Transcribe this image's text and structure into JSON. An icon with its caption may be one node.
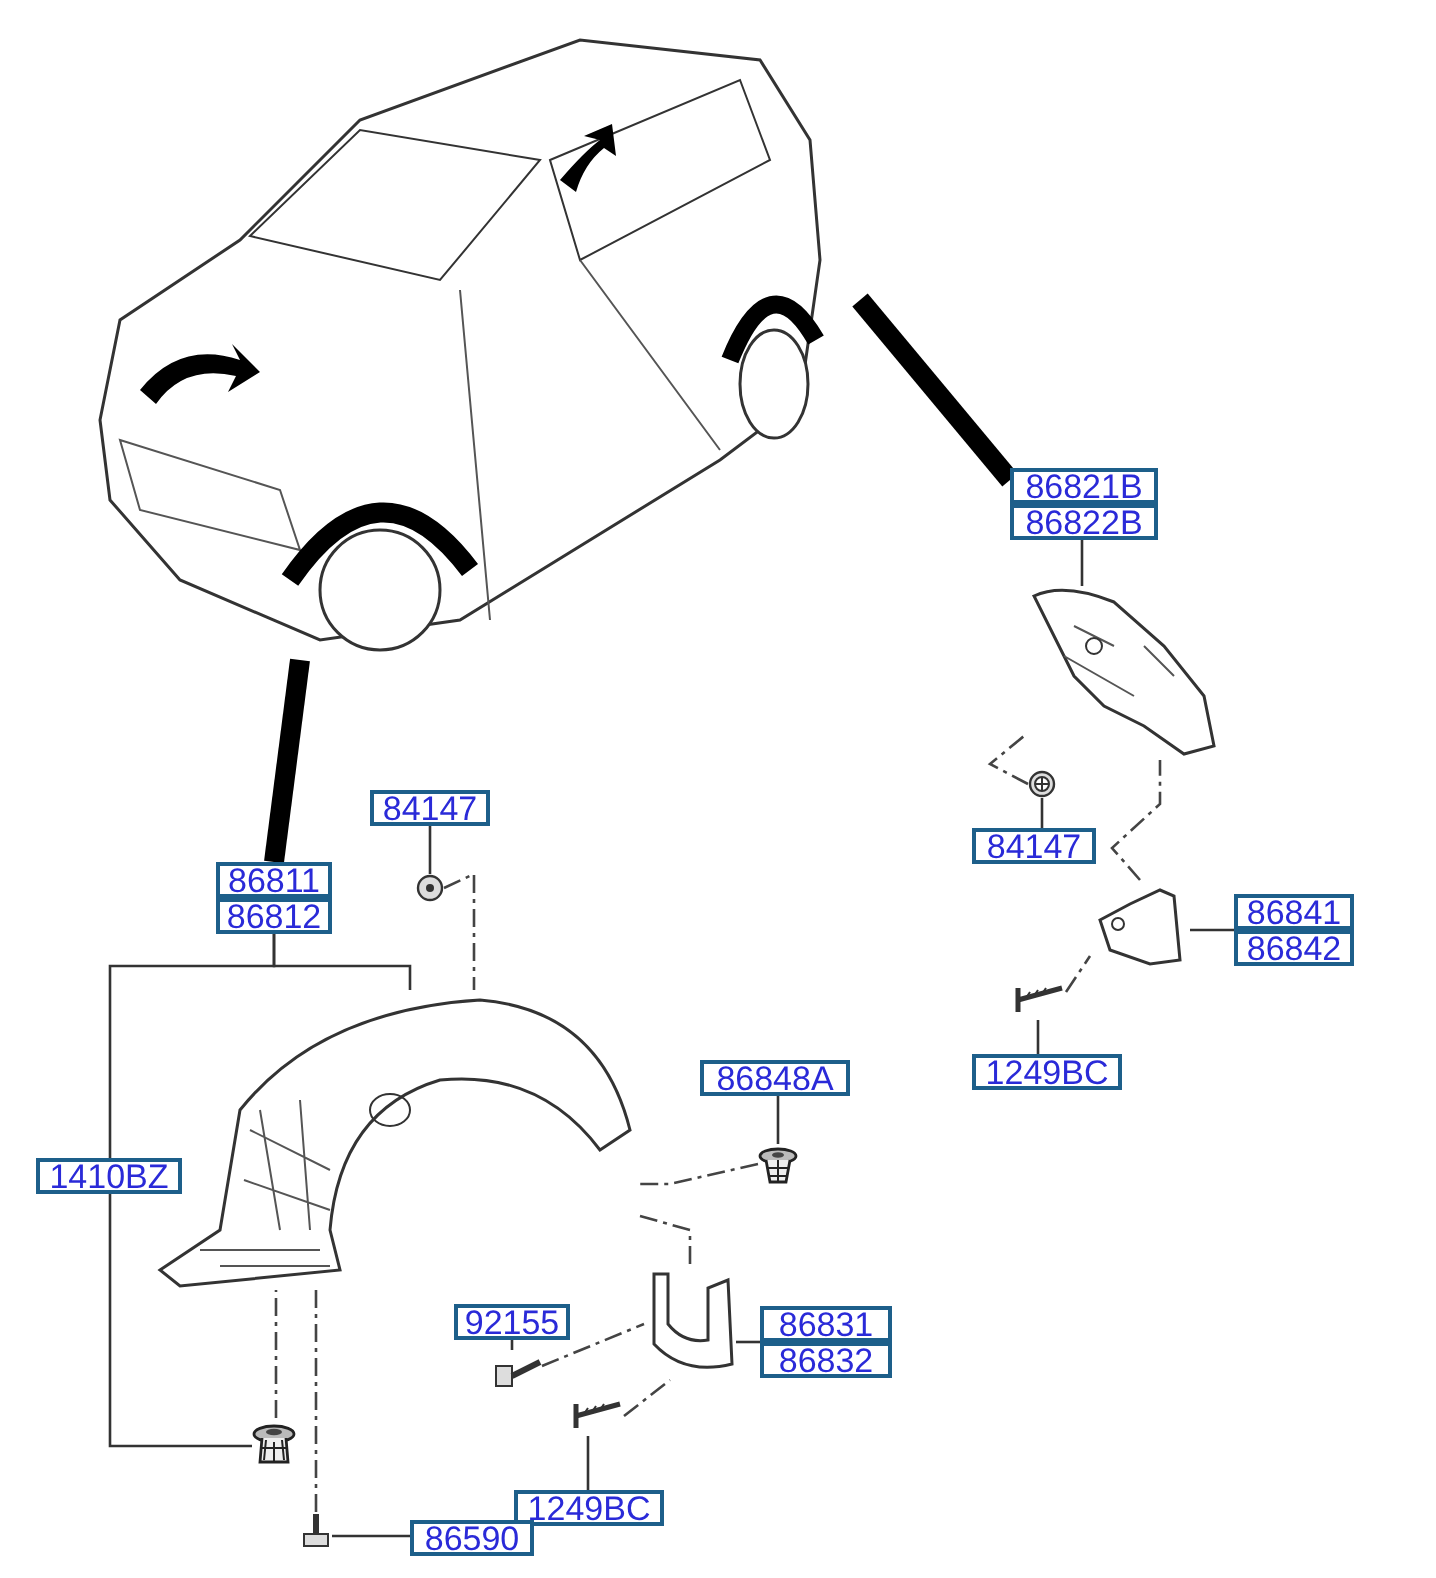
{
  "diagram": {
    "nodes": [
      {
        "text": [
          "86821B",
          "86822B"
        ]
      },
      {
        "text": [],
        "shape": "picture"
      },
      {
        "text": [
          "84147"
        ]
      },
      {
        "text": [],
        "shape": "picture"
      },
      {
        "text": [
          "86841",
          "86842"
        ]
      },
      {
        "text": [],
        "shape": "picture"
      },
      {
        "text": [
          "1249BC"
        ]
      },
      {
        "text": [],
        "shape": "picture"
      },
      {
        "text": [
          "84147"
        ]
      },
      {
        "text": [],
        "shape": "picture"
      },
      {
        "text": [
          "86811",
          "86812"
        ]
      },
      {
        "text": [],
        "shape": "picture"
      },
      {
        "text": [
          "1410BZ"
        ]
      },
      {
        "text": [],
        "shape": "picture"
      },
      {
        "text": [
          "86848A"
        ]
      },
      {
        "text": [],
        "shape": "picture"
      },
      {
        "text": [
          "92155"
        ]
      },
      {
        "text": [],
        "shape": "picture"
      },
      {
        "text": [
          "86831",
          "86832"
        ]
      },
      {
        "text": [],
        "shape": "picture"
      },
      {
        "text": [
          "1249BC"
        ]
      },
      {
        "text": [],
        "shape": "picture"
      },
      {
        "text": [
          "86590"
        ]
      },
      {
        "text": [],
        "shape": "picture"
      },
      {
        "text": [],
        "shape": "picture"
      }
    ],
    "edges": [
      {
        "from": 0,
        "to": 1,
        "arrow": "none"
      },
      {
        "from": 2,
        "to": 3,
        "arrow": "none"
      },
      {
        "from": 4,
        "to": 5,
        "arrow": "none"
      },
      {
        "from": 6,
        "to": 7,
        "arrow": "none"
      },
      {
        "from": 8,
        "to": 9,
        "arrow": "none"
      },
      {
        "from": 10,
        "to": 11,
        "arrow": "none"
      },
      {
        "from": 10,
        "to": 12,
        "arrow": "none"
      },
      {
        "from": 12,
        "to": 13,
        "arrow": "none"
      },
      {
        "from": 14,
        "to": 15,
        "arrow": "none"
      },
      {
        "from": 16,
        "to": 17,
        "arrow": "none"
      },
      {
        "from": 18,
        "to": 19,
        "arrow": "none"
      },
      {
        "from": 20,
        "to": 21,
        "arrow": "none"
      },
      {
        "from": 22,
        "to": 23,
        "arrow": "none"
      },
      {
        "from": 24,
        "to": 10,
        "arrow": "none",
        "style": "thick",
        "color": "#000000"
      },
      {
        "from": 24,
        "to": 0,
        "arrow": "none",
        "style": "thick",
        "color": "#000000"
      },
      {
        "from": 9,
        "to": 11,
        "arrow": "none",
        "style": "dashed"
      },
      {
        "from": 15,
        "to": 11,
        "arrow": "none",
        "style": "dashed"
      },
      {
        "from": 17,
        "to": 19,
        "arrow": "none",
        "style": "dashed"
      },
      {
        "from": 19,
        "to": 11,
        "arrow": "none",
        "style": "dashed"
      },
      {
        "from": 21,
        "to": 19,
        "arrow": "none",
        "style": "dashed"
      },
      {
        "from": 13,
        "to": 11,
        "arrow": "none",
        "style": "dashed"
      },
      {
        "from": 23,
        "to": 11,
        "arrow": "none",
        "style": "dashed"
      },
      {
        "from": 3,
        "to": 1,
        "arrow": "none",
        "style": "dashed"
      },
      {
        "from": 5,
        "to": 1,
        "arrow": "none",
        "style": "dashed"
      },
      {
        "from": 7,
        "to": 5,
        "arrow": "none",
        "style": "dashed"
      }
    ]
  }
}
